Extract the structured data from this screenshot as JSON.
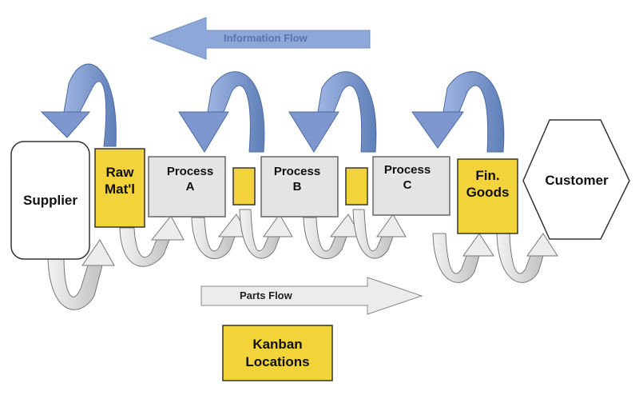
{
  "info_flow_label": "Information Flow",
  "parts_flow_label": "Parts Flow",
  "nodes": {
    "supplier": "Supplier",
    "raw_mat": "Raw\nMat'l",
    "process_a": "Process\nA",
    "process_b": "Process\nB",
    "process_c": "Process\nC",
    "fin_goods": "Fin.\nGoods",
    "customer": "Customer"
  },
  "legend_label": "Kanban\nLocations",
  "colors": {
    "kanban_yellow": "#f2d43a",
    "process_gray": "#e4e4e4",
    "info_blue_light": "#8ea7d9",
    "info_blue_dark": "#5f7fb8",
    "parts_gray_light": "#efefef",
    "parts_gray_dark": "#b9b9b9",
    "outline": "#555555"
  }
}
